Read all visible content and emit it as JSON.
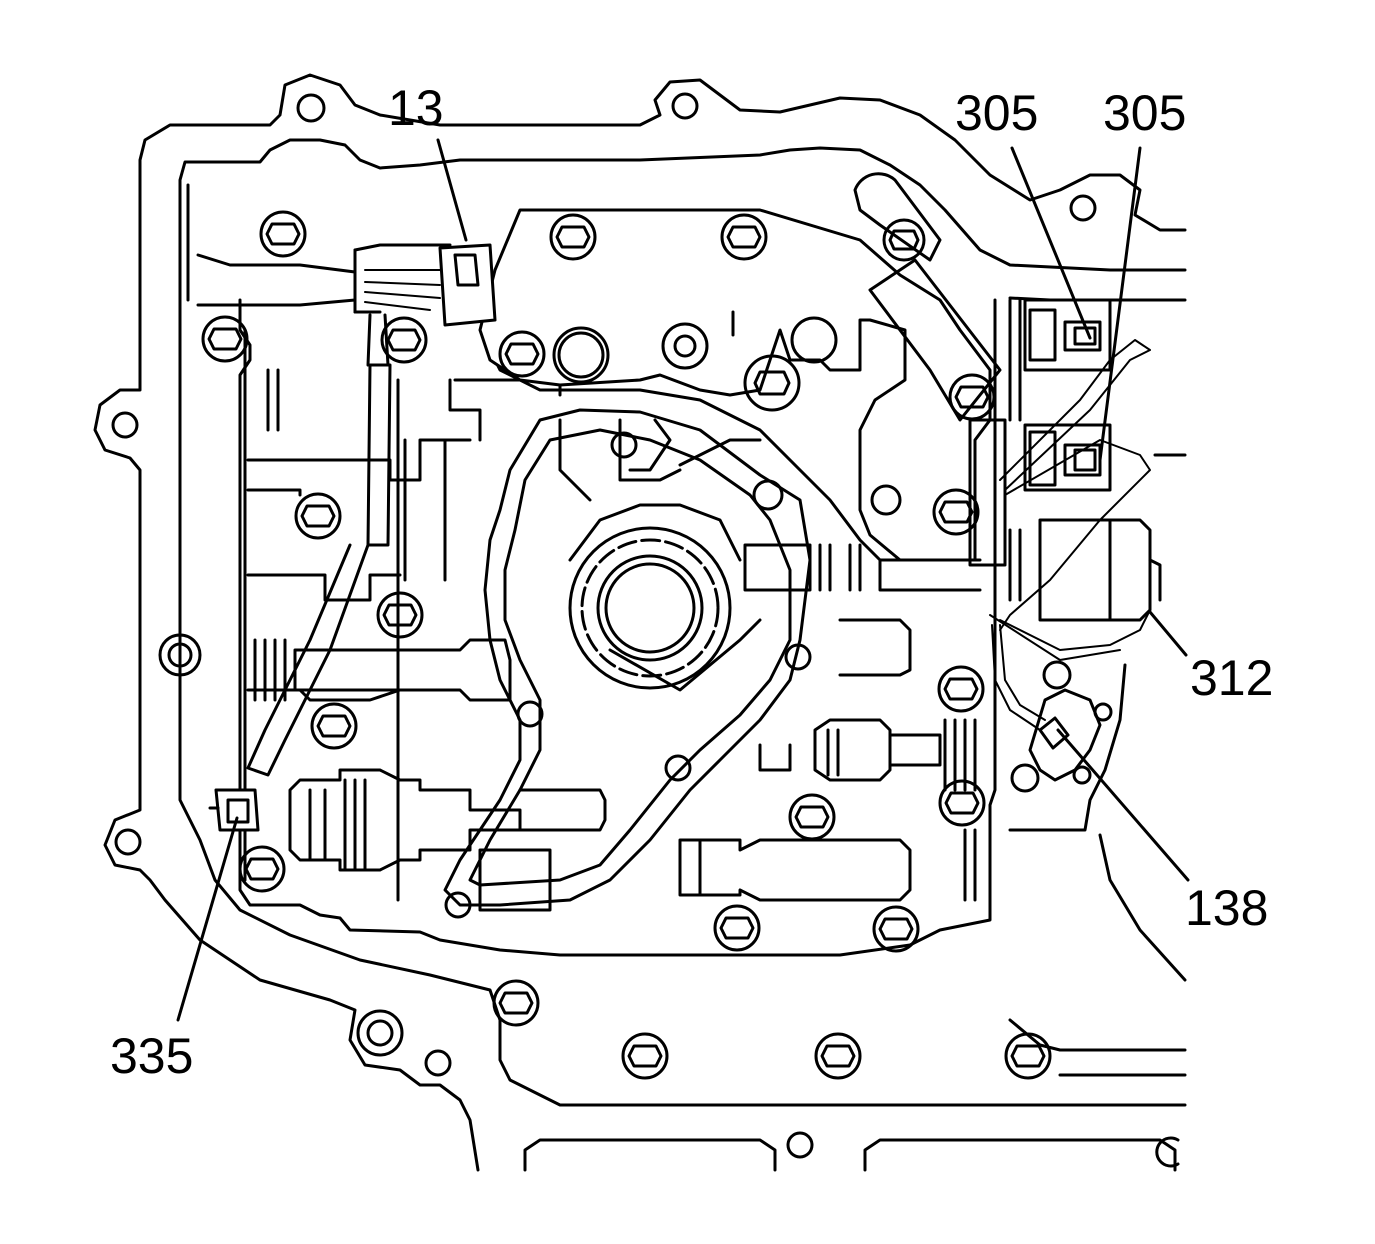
{
  "diagram": {
    "callouts": [
      {
        "id": "callout-13",
        "text": "13"
      },
      {
        "id": "callout-305-a",
        "text": "305"
      },
      {
        "id": "callout-305-b",
        "text": "305"
      },
      {
        "id": "callout-312",
        "text": "312"
      },
      {
        "id": "callout-138",
        "text": "138"
      },
      {
        "id": "callout-335",
        "text": "335"
      }
    ]
  }
}
